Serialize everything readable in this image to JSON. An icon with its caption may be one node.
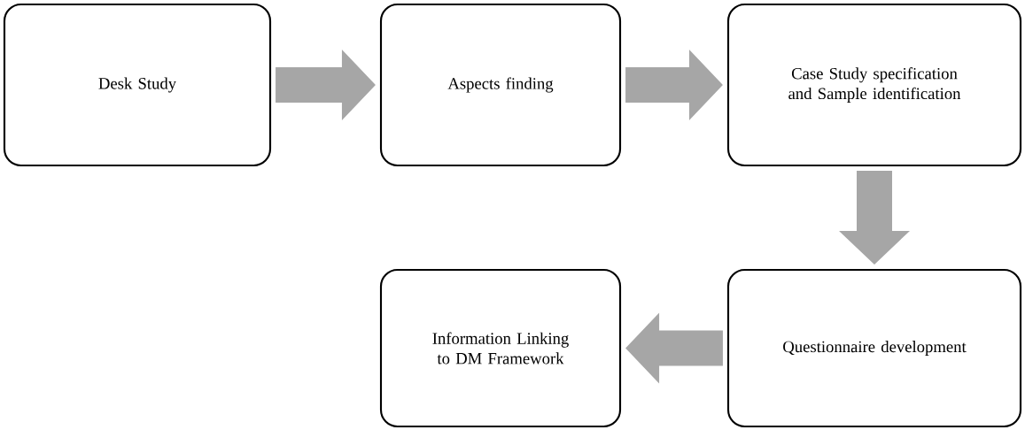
{
  "diagram": {
    "nodes": [
      {
        "text": [
          "Desk Study"
        ]
      },
      {
        "text": [
          "Aspects finding"
        ]
      },
      {
        "text": [
          "Case Study specification and Sample identification"
        ]
      },
      {
        "text": [
          "Questionnaire development"
        ]
      },
      {
        "text": [
          "Information Linking to DM Framework"
        ]
      }
    ],
    "edges": [
      {
        "from": 0,
        "to": 1,
        "arrow": "to"
      },
      {
        "from": 1,
        "to": 2,
        "arrow": "to"
      },
      {
        "from": 2,
        "to": 3,
        "arrow": "to"
      },
      {
        "from": 3,
        "to": 4,
        "arrow": "to"
      }
    ]
  }
}
